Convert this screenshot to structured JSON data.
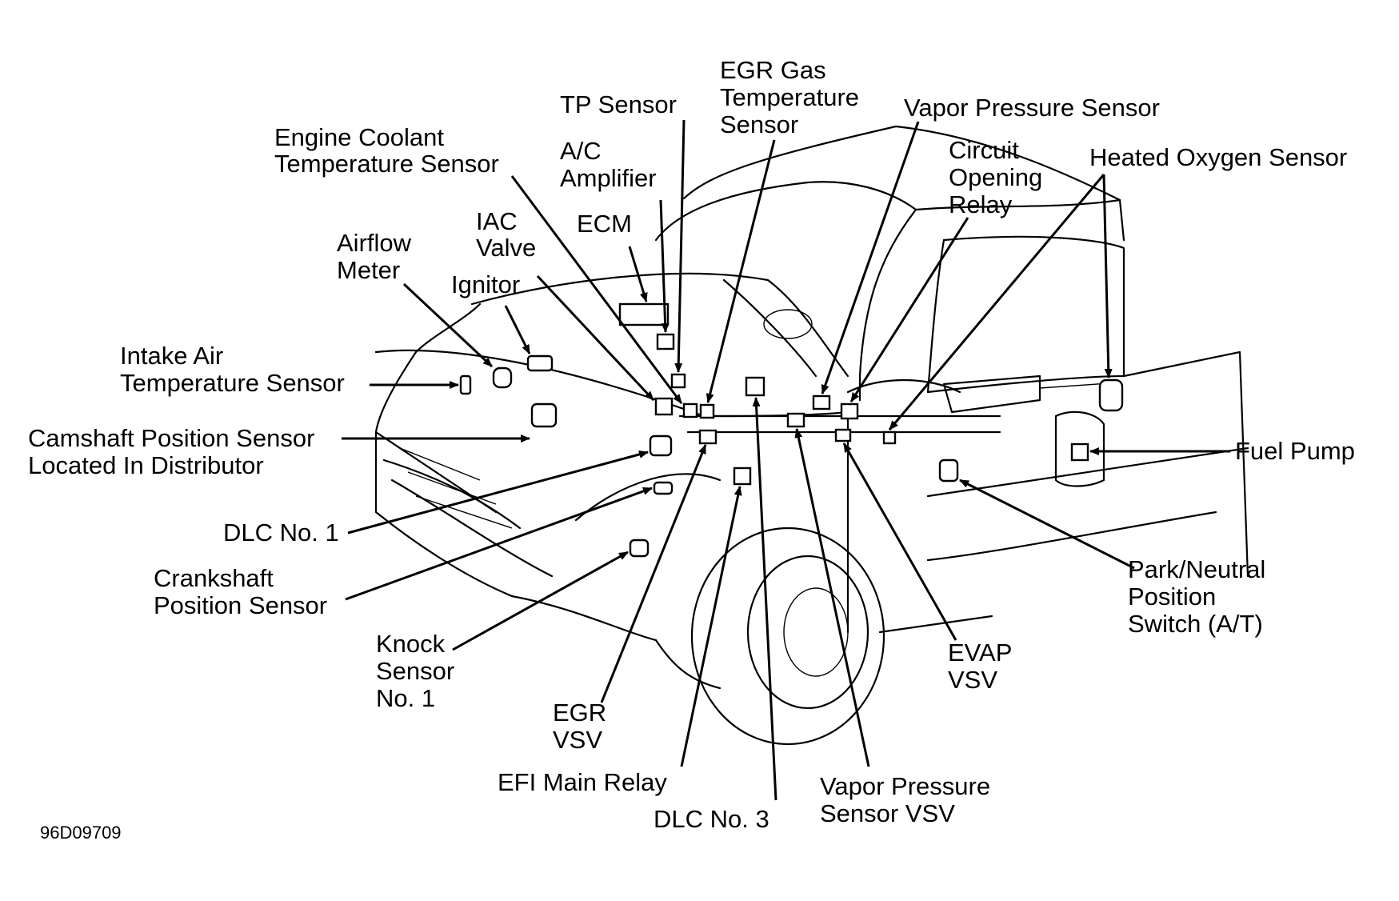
{
  "figure_id": "96D09709",
  "labels": {
    "intake_air_temp": [
      "Intake Air",
      "Temperature Sensor"
    ],
    "airflow_meter": [
      "Airflow",
      "Meter"
    ],
    "ignitor": [
      "Ignitor"
    ],
    "iac_valve": [
      "IAC",
      "Valve"
    ],
    "ecm": [
      "ECM"
    ],
    "ac_amplifier": [
      "A/C",
      "Amplifier"
    ],
    "tp_sensor": [
      "TP Sensor"
    ],
    "engine_coolant_temp": [
      "Engine Coolant",
      "Temperature Sensor"
    ],
    "egr_gas_temp": [
      "EGR Gas",
      "Temperature",
      "Sensor"
    ],
    "vapor_pressure_sensor": [
      "Vapor Pressure Sensor"
    ],
    "circuit_opening_relay": [
      "Circuit",
      "Opening",
      "Relay"
    ],
    "heated_oxygen_sensor": [
      "Heated Oxygen Sensor"
    ],
    "camshaft_position": [
      "Camshaft Position Sensor",
      "Located In Distributor"
    ],
    "fuel_pump": [
      "Fuel Pump"
    ],
    "dlc1": [
      "DLC No. 1"
    ],
    "crankshaft_position": [
      "Crankshaft",
      "Position Sensor"
    ],
    "park_neutral": [
      "Park/Neutral",
      "Position",
      "Switch (A/T)"
    ],
    "knock_sensor": [
      "Knock",
      "Sensor",
      "No. 1"
    ],
    "evap_vsv": [
      "EVAP",
      "VSV"
    ],
    "egr_vsv": [
      "EGR",
      "VSV"
    ],
    "efi_main_relay": [
      "EFI Main Relay"
    ],
    "vapor_pressure_vsv": [
      "Vapor Pressure",
      "Sensor VSV"
    ],
    "dlc3": [
      "DLC No. 3"
    ]
  },
  "icons": {
    "leader_arrow": "arrowhead",
    "components": "component-glyph"
  }
}
